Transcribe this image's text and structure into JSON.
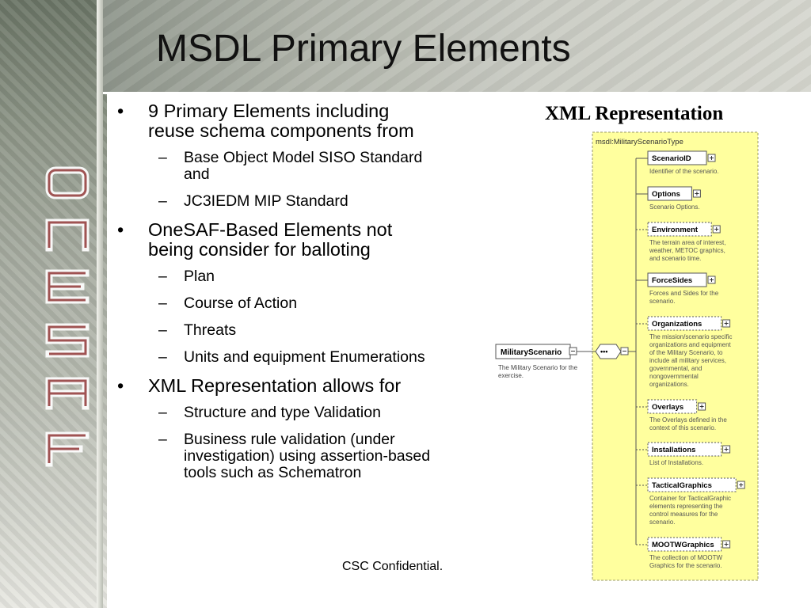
{
  "slide": {
    "title": "MSDL Primary Elements",
    "logo_text": "onesaf",
    "footer": "CSC Confidential."
  },
  "bullets": [
    {
      "level": 1,
      "marker": "•",
      "text": "9 Primary Elements including reuse schema components from"
    },
    {
      "level": 2,
      "marker": "–",
      "text": "Base Object Model SISO Standard and"
    },
    {
      "level": 2,
      "marker": "–",
      "text": "JC3IEDM MIP Standard"
    },
    {
      "level": 1,
      "marker": "•",
      "text": "OneSAF-Based Elements not being consider for balloting"
    },
    {
      "level": 2,
      "marker": "–",
      "text": "Plan"
    },
    {
      "level": 2,
      "marker": "–",
      "text": "Course of Action"
    },
    {
      "level": 2,
      "marker": "–",
      "text": "Threats"
    },
    {
      "level": 2,
      "marker": "–",
      "text": "Units and equipment Enumerations"
    },
    {
      "level": 1,
      "marker": "•",
      "text": "XML Representation allows for"
    },
    {
      "level": 2,
      "marker": "–",
      "text": "Structure and type Validation"
    },
    {
      "level": 2,
      "marker": "–",
      "text": "Business rule validation (under investigation) using assertion-based tools such as Schematron"
    }
  ],
  "xml_representation": {
    "caption": "XML Representation",
    "type_label": "msdl:MilitaryScenarioType",
    "root_element": "MilitaryScenario",
    "root_description": "The Military Scenario for the exercise.",
    "sequence_symbol": "•••",
    "elements": [
      {
        "name": "ScenarioID",
        "optional": false,
        "description": [
          "Identifier of the scenario."
        ]
      },
      {
        "name": "Options",
        "optional": false,
        "description": [
          "Scenario Options."
        ]
      },
      {
        "name": "Environment",
        "optional": true,
        "description": [
          "The terrain area of interest,",
          "weather, METOC graphics,",
          "and scenario time."
        ]
      },
      {
        "name": "ForceSides",
        "optional": false,
        "description": [
          "Forces and Sides for the",
          "scenario."
        ]
      },
      {
        "name": "Organizations",
        "optional": true,
        "description": [
          "The mission/scenario specific",
          "organizations and equipment",
          "of the Military Scenario, to",
          "include all military services,",
          "governmental, and",
          "nongovernmental",
          "organizations."
        ]
      },
      {
        "name": "Overlays",
        "optional": true,
        "description": [
          "The Overlays defined in the",
          "context of this scenario."
        ]
      },
      {
        "name": "Installations",
        "optional": true,
        "description": [
          "List of Installations."
        ]
      },
      {
        "name": "TacticalGraphics",
        "optional": true,
        "description": [
          "Container for TacticalGraphic",
          "elements representing the",
          "control measures for the",
          "scenario."
        ]
      },
      {
        "name": "MOOTWGraphics",
        "optional": true,
        "description": [
          "The collection of MOOTW",
          "Graphics for the scenario."
        ]
      }
    ]
  }
}
